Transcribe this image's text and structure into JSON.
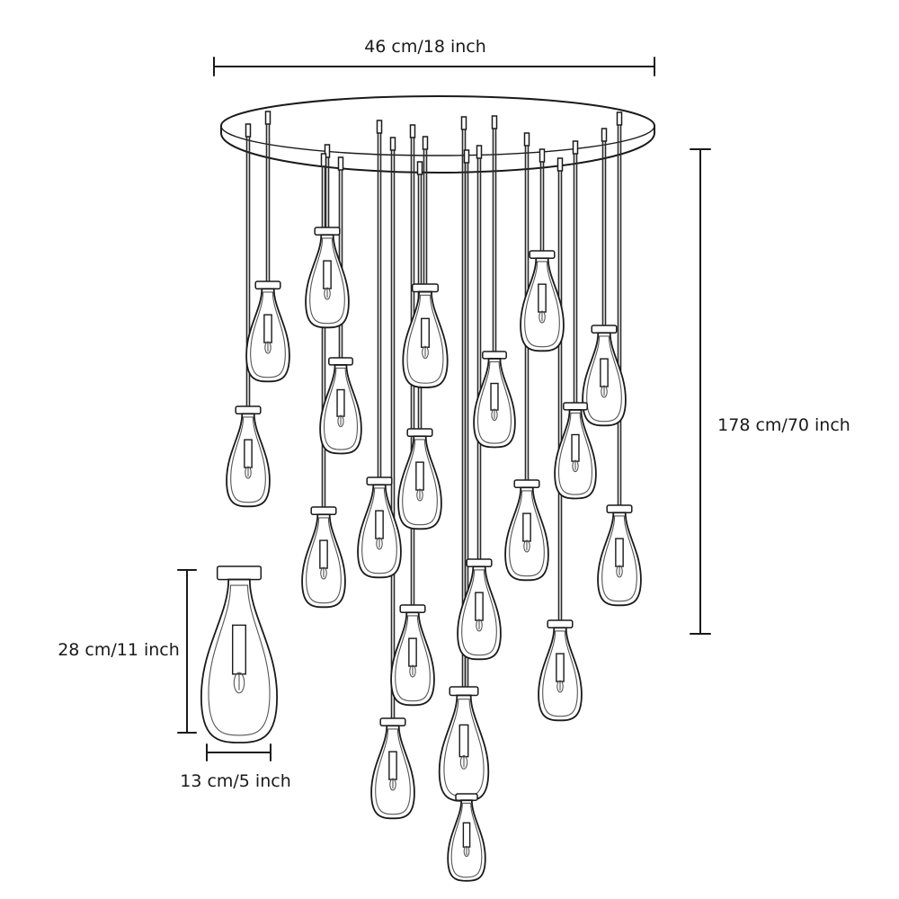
{
  "dimensions": {
    "width_label": "46 cm/18 inch",
    "height_label": "178 cm/70 inch",
    "pendant_height_label": "28 cm/11 inch",
    "pendant_width_label": "13 cm/5 inch"
  }
}
